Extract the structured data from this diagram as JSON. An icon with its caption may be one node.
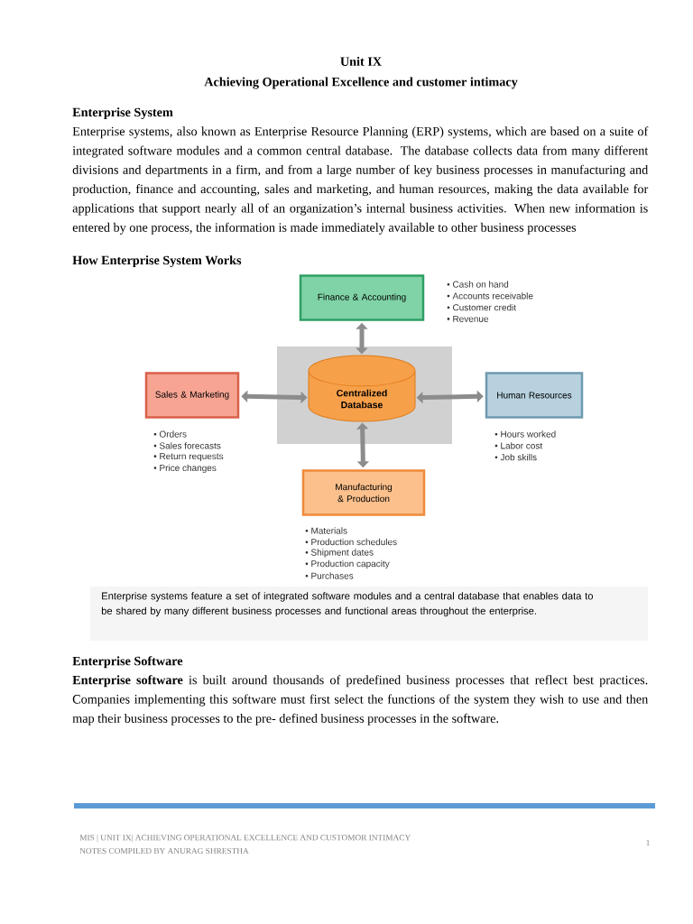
{
  "diagram": {
    "title": "Unit IX",
    "nodes": [
      {
        "text": [
          "Finance & Accounting"
        ],
        "beside": [
          "• Cash on hand",
          "• Accounts receivable",
          "• Customer credit",
          "• Revenue"
        ]
      },
      {
        "text": [
          "Sales & Marketing"
        ],
        "beside": [
          "• Orders",
          "• Sales forecasts",
          "• Return requests",
          "• Price changes"
        ]
      },
      {
        "text": [
          "Centralized Database"
        ]
      },
      {
        "text": [
          "Human Resources"
        ],
        "beside": [
          "• Hours worked",
          "• Labor cost",
          "• Job skills"
        ]
      },
      {
        "text": [
          "Manufacturing & Production"
        ],
        "beside": [
          "• Materials",
          "• Production schedules",
          "• Shipment dates",
          "• Production capacity",
          "• Purchases"
        ]
      }
    ],
    "edges": [
      {
        "from": 2,
        "to": 0,
        "arrow": "both"
      },
      {
        "from": 2,
        "to": 1,
        "arrow": "both"
      },
      {
        "from": 2,
        "to": 3,
        "arrow": "both"
      },
      {
        "from": 2,
        "to": 4,
        "arrow": "both"
      }
    ],
    "labels": [
      "Achieving Operational Excellence and customer intimacy",
      "Enterprise System",
      "Enterprise systems, also known as Enterprise Resource Planning (ERP) systems, which are based on a suite of integrated software modules and a common central database. The database collects data from many different divisions and departments in a firm, and from a large number of key business processes in manufacturing and production, finance and accounting, sales and marketing, and human resources, making the data available for applications that support nearly all of an organization’s internal business activities. When new information is entered by one process, the information is made immediately available to other business processes",
      "How Enterprise System Works",
      "Enterprise Software",
      "**Enterprise software** is built around thousands of predefined business processes that reflect best practices. Companies implementing this software must first select the functions of the system they wish to use and then map their business processes to the pre- defined business processes in the software.",
      "MIS | UNIT IX| ACHIEVING OPERATIONAL EXCELLENCE AND CUSTOMOR INTIMACY",
      "NOTES COMPILED BY ANURAG SHRESTHA",
      "1"
    ],
    "caption": "Enterprise systems feature a set of integrated software modules and a central database that enables data to be shared by many different business processes and functional areas throughout the enterprise."
  }
}
